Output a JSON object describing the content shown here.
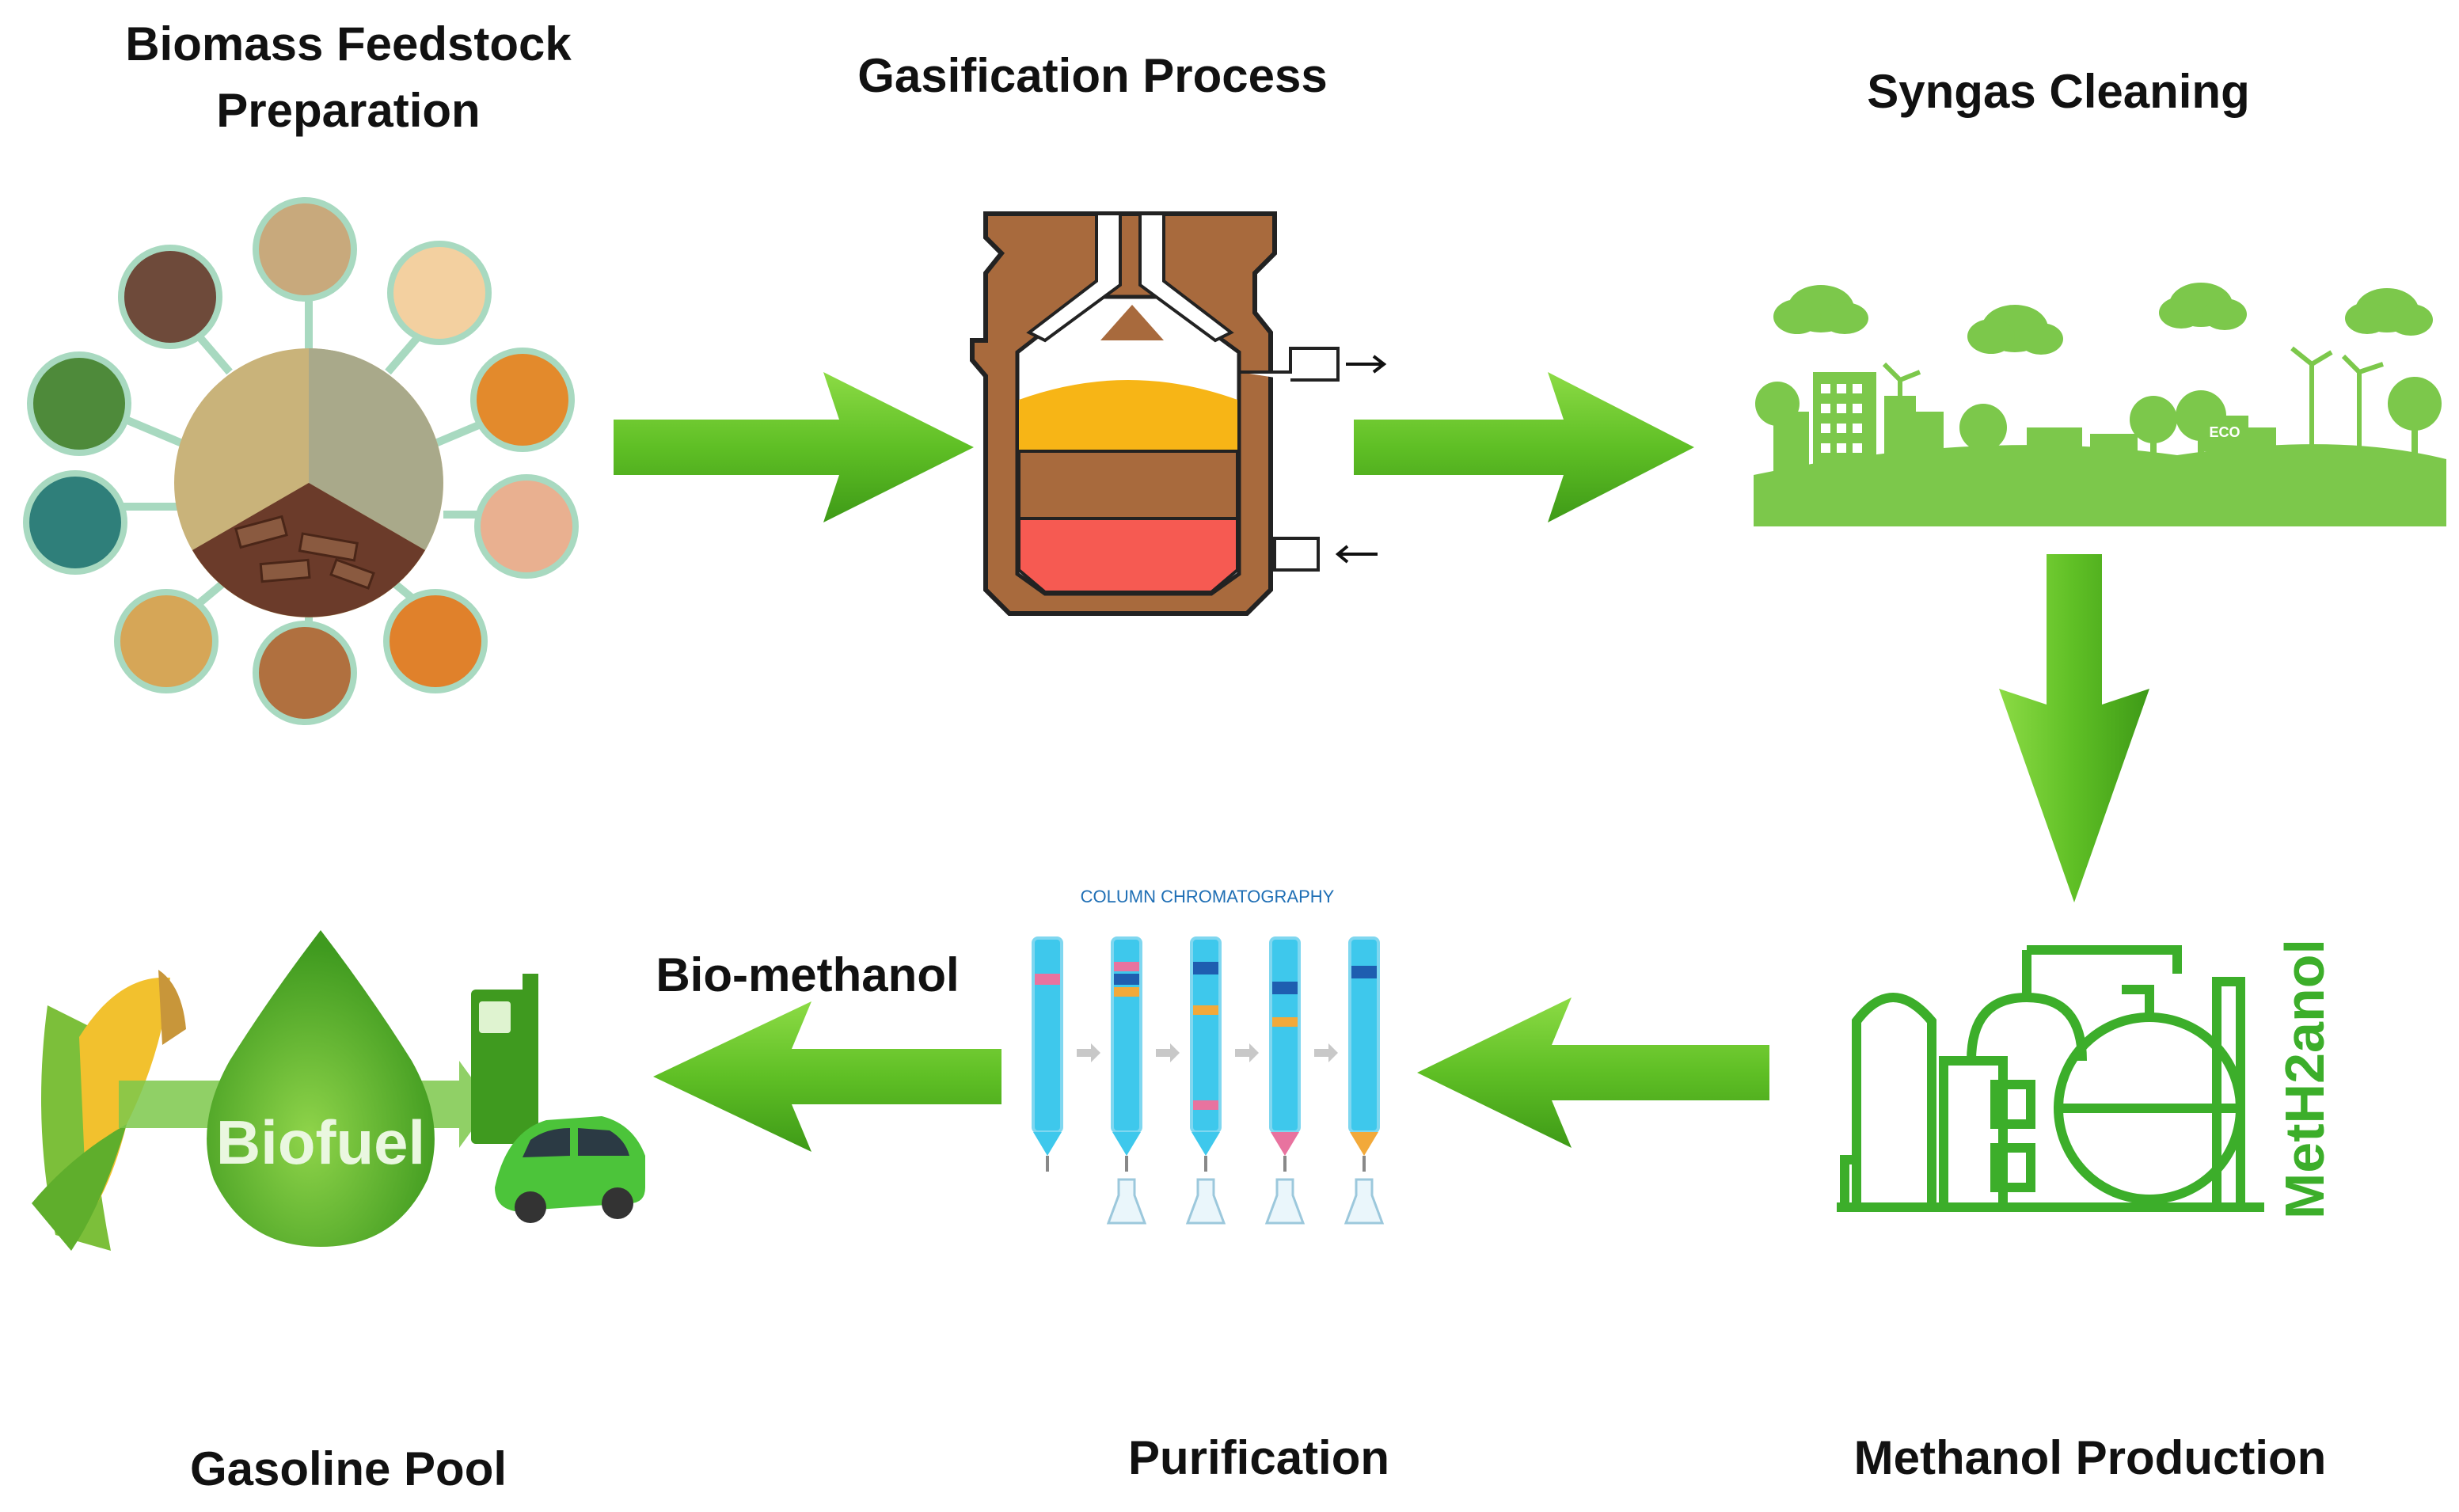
{
  "stages": {
    "feedstock": "Biomass Feedstock\nPreparation",
    "gasification": "Gasification Process",
    "cleaning": "Syngas Cleaning",
    "methanol": "Methanol Production",
    "purification": "Purification",
    "gasoline": "Gasoline Pool"
  },
  "product_label": "Bio-methanol",
  "chromatography_title": "COLUMN CHROMATOGRAPHY",
  "brand_mark": "MetH2anol",
  "biofuel_label": "Biofuel",
  "eco_label": "ECO",
  "colors": {
    "arrow_green": "#6fc42f",
    "dark_green": "#3a9a19",
    "reactor_brown": "#a86a3d",
    "reactor_yellow": "#f7b516",
    "reactor_red": "#f65a52",
    "city_green": "#7cc84b",
    "column_blue": "#3ec8ec"
  }
}
